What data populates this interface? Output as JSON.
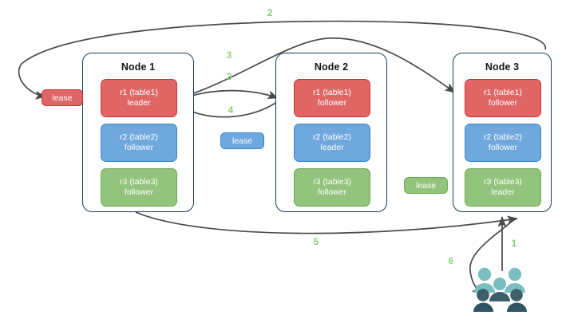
{
  "diagram": {
    "title": "raft-lease-node-diagram",
    "colors": {
      "range_red": "#e06666",
      "range_red_border": "#cc2f2f",
      "range_blue": "#6fa8dc",
      "range_blue_border": "#3d85c6",
      "range_green": "#93c47d",
      "range_green_border": "#6aa84f",
      "node_border": "#173a5e",
      "edge": "#4a4a4a",
      "label_green": "#8fce7b",
      "users_light": "#79bec0",
      "users_dark": "#3d5f6b"
    }
  },
  "nodes": [
    {
      "id": "node1",
      "title": "Node 1",
      "ranges": [
        {
          "name": "r1 (table1)",
          "role": "leader",
          "color": "red"
        },
        {
          "name": "r2 (table2)",
          "role": "follower",
          "color": "blue"
        },
        {
          "name": "r3 (table3)",
          "role": "follower",
          "color": "green"
        }
      ]
    },
    {
      "id": "node2",
      "title": "Node 2",
      "ranges": [
        {
          "name": "r1 (table1)",
          "role": "follower",
          "color": "red"
        },
        {
          "name": "r2 (table2)",
          "role": "leader",
          "color": "blue"
        },
        {
          "name": "r3 (table3)",
          "role": "follower",
          "color": "green"
        }
      ]
    },
    {
      "id": "node3",
      "title": "Node 3",
      "ranges": [
        {
          "name": "r1 (table1)",
          "role": "follower",
          "color": "red"
        },
        {
          "name": "r2 (table2)",
          "role": "follower",
          "color": "blue"
        },
        {
          "name": "r3 (table3)",
          "role": "leader",
          "color": "green"
        }
      ]
    }
  ],
  "leases": [
    {
      "id": "lease-r1",
      "label": "lease",
      "color": "red"
    },
    {
      "id": "lease-r2",
      "label": "lease",
      "color": "blue"
    },
    {
      "id": "lease-r3",
      "label": "lease",
      "color": "green"
    }
  ],
  "edge_labels": [
    {
      "id": "step-2",
      "text": "2"
    },
    {
      "id": "step-3a",
      "text": "3"
    },
    {
      "id": "step-3b",
      "text": "3"
    },
    {
      "id": "step-4",
      "text": "4"
    },
    {
      "id": "step-5",
      "text": "5"
    },
    {
      "id": "step-1",
      "text": "1"
    },
    {
      "id": "step-6",
      "text": "6"
    }
  ],
  "actors": {
    "users_label": "users-group-icon"
  }
}
